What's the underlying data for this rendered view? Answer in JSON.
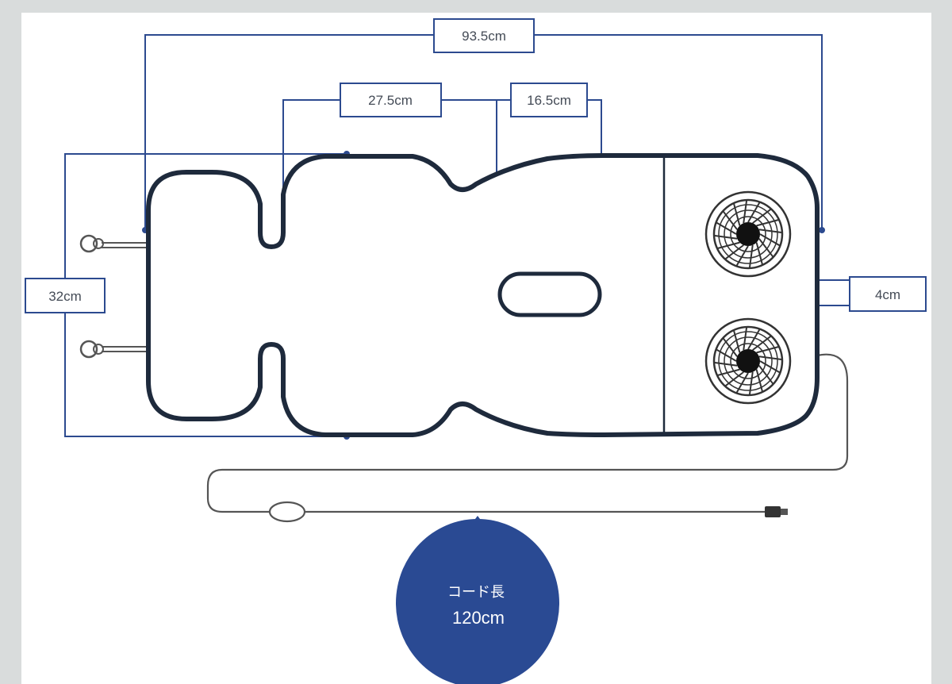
{
  "dimensions": {
    "total_length": "93.5cm",
    "head_to_neck": "27.5cm",
    "slot_length": "16.5cm",
    "width": "32cm",
    "slot_width": "4cm"
  },
  "callout": {
    "line1": "コード長",
    "line2": "120cm"
  },
  "colors": {
    "background": "#d9dcdc",
    "panel": "#ffffff",
    "dimension_blue": "#2c4a8f",
    "callout_fill": "#2a4a93",
    "outline": "#1e2a3c"
  },
  "icons": [
    "fan-icon",
    "fan-icon",
    "hook-icon",
    "hook-icon",
    "controller-icon",
    "plug-icon"
  ]
}
